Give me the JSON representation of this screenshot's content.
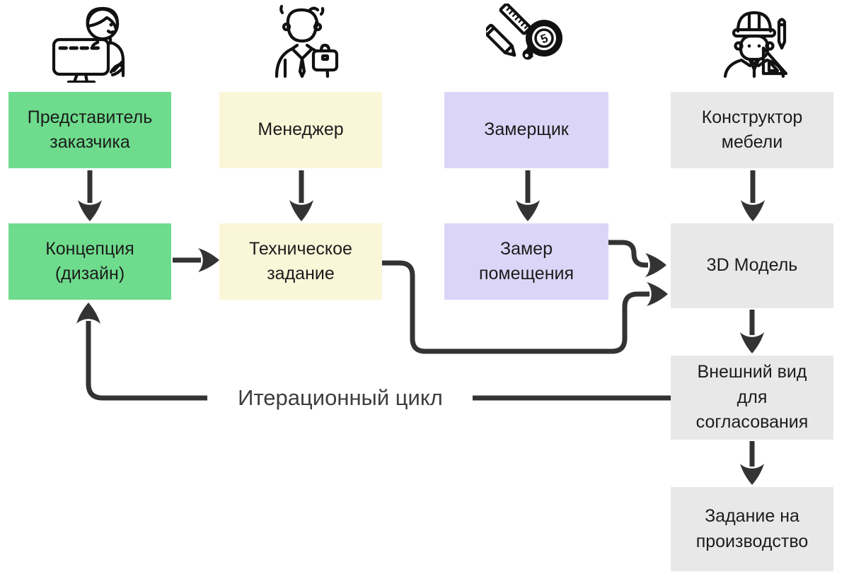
{
  "page": {
    "background": "#ffffff"
  },
  "palette": {
    "green": "#6edc8c",
    "yellow": "#faf6d8",
    "purple": "#dbd6f8",
    "gray": "#e8e8e8",
    "arrow": "#333333",
    "icon_line": "#111111",
    "box_text": "#1c1c1c",
    "iteration_text": "#3d3d3d"
  },
  "columns": [
    {
      "icon": "customer-at-computer-icon",
      "role": "Представитель\nзаказчика",
      "artifact": "Концепция\n(дизайн)",
      "color": "#6edc8c"
    },
    {
      "icon": "manager-briefcase-icon",
      "role": "Менеджер",
      "artifact": "Техническое\nзадание",
      "color": "#faf6d8"
    },
    {
      "icon": "measuring-tools-icon",
      "role": "Замерщик",
      "artifact": "Замер\nпомещения",
      "color": "#dbd6f8"
    },
    {
      "icon": "furniture-engineer-icon",
      "role": "Конструктор\nмебели",
      "artifact": "3D Модель",
      "color": "#e8e8e8"
    }
  ],
  "followups": [
    {
      "label": "Внешний вид\nдля\nсогласования",
      "color": "#e8e8e8"
    },
    {
      "label": "Задание на\nпроизводство",
      "color": "#e8e8e8"
    }
  ],
  "iteration": {
    "label": "Итерационный цикл"
  },
  "flows": [
    "role-to-artifact-each-column",
    "concept-to-technical-task",
    "technical-task-to-3d-model",
    "room-measurement-to-3d-model",
    "3d-model-to-appearance-approval",
    "appearance-approval-to-production-task",
    "iteration-loop-back-to-concept"
  ]
}
